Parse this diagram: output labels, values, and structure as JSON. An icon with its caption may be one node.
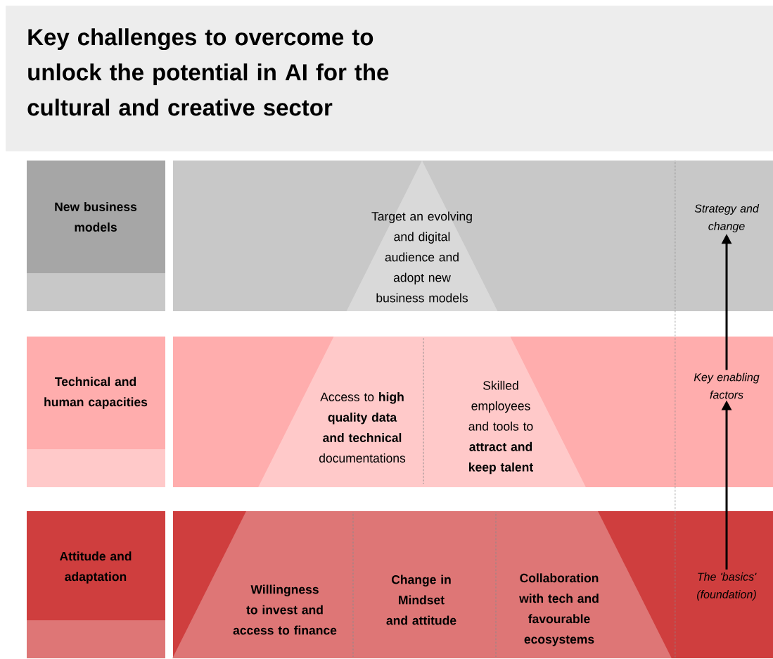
{
  "diagram": {
    "title": "Key challenges to overcome to unlock the potential in AI for the cultural and creative sector",
    "nodes": [
      {
        "text": [
          "New business models"
        ]
      },
      {
        "text": [
          "Technical and human capacities"
        ]
      },
      {
        "text": [
          "Attitude and adaptation"
        ]
      },
      {
        "text": [
          "Target an evolving and digital audience and adopt new business models"
        ]
      },
      {
        "text": [
          "Access to **high quality data and technical** documentations"
        ]
      },
      {
        "text": [
          "Skilled employees and tools to **attract and keep talent**"
        ]
      },
      {
        "text": [
          "Willingness to invest and access to finance"
        ]
      },
      {
        "text": [
          "Change in Mindset and attitude"
        ]
      },
      {
        "text": [
          "Collaboration with tech and favourable ecosystems"
        ]
      },
      {
        "text": [
          "Strategy and change"
        ]
      },
      {
        "text": [
          "Key enabling factors"
        ]
      },
      {
        "text": [
          "The 'basics' (foundation)"
        ]
      }
    ],
    "edges": [
      {
        "from": 10,
        "to": 9,
        "arrow": "to"
      },
      {
        "from": 11,
        "to": 10,
        "arrow": "to"
      }
    ]
  }
}
